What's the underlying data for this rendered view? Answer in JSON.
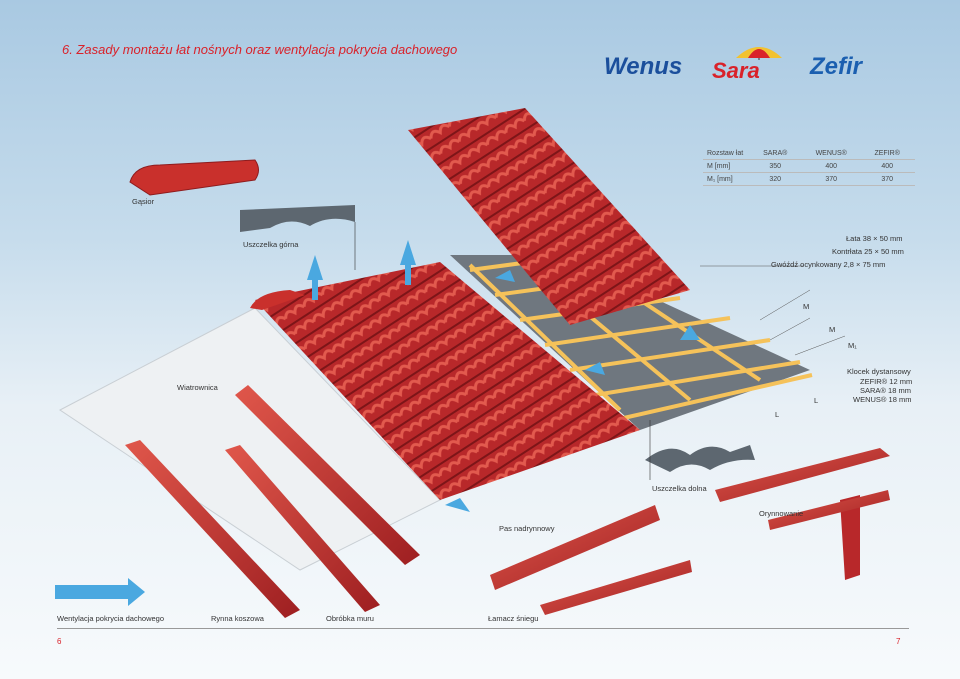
{
  "page": {
    "title": "6. Zasady montażu łat nośnych oraz wentylacja pokrycia dachowego",
    "page_left": "6",
    "page_right": "7"
  },
  "logos": {
    "wenus": "Wenus",
    "sara": "Sara",
    "zefir": "Zefir"
  },
  "spacing_table": {
    "header": [
      "Rozstaw łat",
      "SARA®",
      "WENUS®",
      "ZEFIR®"
    ],
    "rows": [
      [
        "M [mm]",
        "350",
        "400",
        "400"
      ],
      [
        "M₁ [mm]",
        "320",
        "370",
        "370"
      ]
    ]
  },
  "labels": {
    "gasior": "Gąsior",
    "uszczelka_gorna": "Uszczelka górna",
    "lata": "Łata 38 × 50 mm",
    "kontrlata": "Kontrłata 25 × 50 mm",
    "gwozdz": "Gwóźdź ocynkowany 2,8 × 75 mm",
    "m1": "M",
    "m2": "M",
    "m3": "M₁",
    "l1": "L",
    "l2": "L",
    "wiatrownica": "Wiatrownica",
    "klocek_title": "Klocek dystansowy",
    "klocek_zefir": "ZEFIR® 12 mm",
    "klocek_sara": "SARA® 18 mm",
    "klocek_wenus": "WENUS® 18 mm",
    "uszczelka_dolna": "Uszczelka dolna",
    "orynnowanie": "Orynnowanie",
    "pas_nadrynnowy": "Pas nadrynnowy",
    "wentylacja": "Wentylacja pokrycia dachowego",
    "rynna_koszowa": "Rynna koszowa",
    "obrobka_muru": "Obróbka muru",
    "lamacz_sniegu": "Łamacz śniegu"
  },
  "colors": {
    "title": "#d9222a",
    "tile": "#c9302c",
    "batten": "#f5c25a",
    "membrane": "#6f777f",
    "arrow": "#4aa8e0"
  }
}
